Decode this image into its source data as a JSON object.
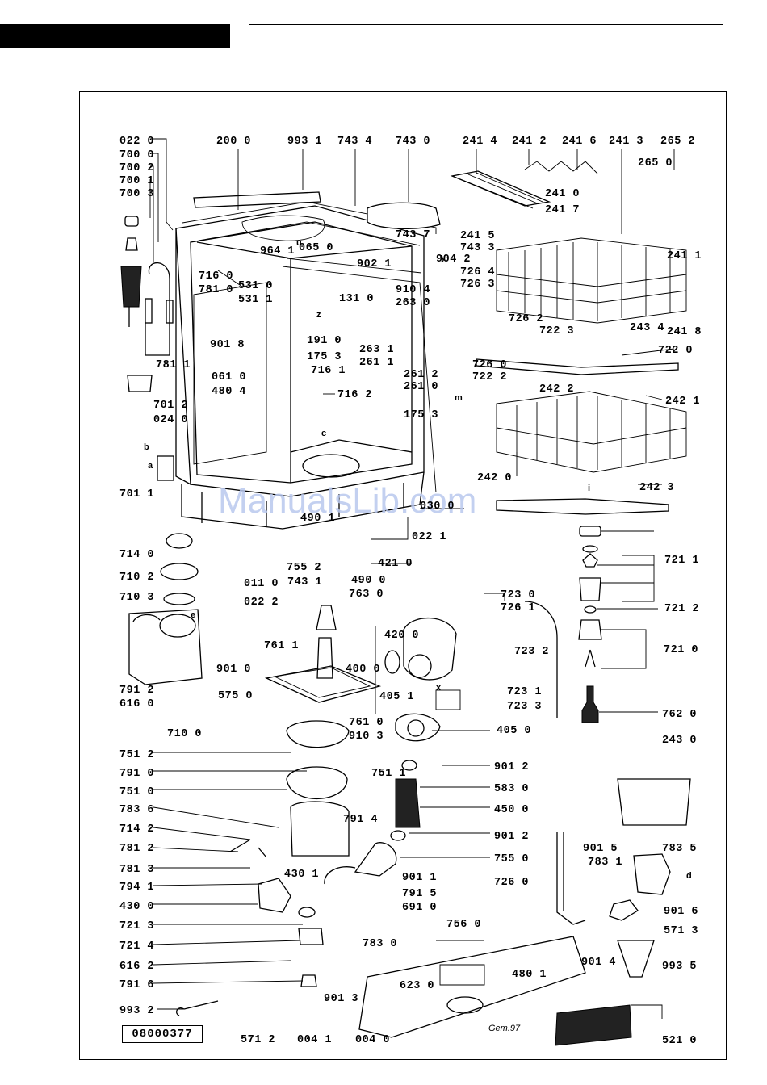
{
  "header": {
    "black_bar": true
  },
  "document_number": "08000377",
  "watermark": "ManualsLib.com",
  "signature": "Gem.97",
  "letters": [
    "b",
    "a",
    "c",
    "e",
    "u",
    "z",
    "y",
    "m",
    "i",
    "x",
    "d"
  ],
  "part_labels": [
    "022 0",
    "700 0",
    "700 2",
    "700 1",
    "700 3",
    "200 0",
    "993 1",
    "743 4",
    "743 0",
    "241 4",
    "241 2",
    "241 6",
    "241 3",
    "265 2",
    "265 0",
    "716 0",
    "781 0",
    "531 0",
    "531 1",
    "964 1",
    "065 0",
    "902 1",
    "743 7",
    "241 5",
    "743 3",
    "904 2",
    "910 4",
    "726 4",
    "726 3",
    "263 0",
    "131 0",
    "901 8",
    "191 0",
    "175 3",
    "716 1",
    "263 1",
    "261 1",
    "261 2",
    "261 0",
    "726 0",
    "722 2",
    "726 2",
    "722 3",
    "722 0",
    "241 0",
    "241 7",
    "241 1",
    "243 4",
    "241 8",
    "781 1",
    "701 2",
    "024 0",
    "061 0",
    "480 4",
    "716 2",
    "175 3",
    "242 2",
    "242 1",
    "701 1",
    "242 0",
    "242 3",
    "022 1",
    "490 1",
    "030 0",
    "714 0",
    "710 2",
    "710 3",
    "011 0",
    "022 2",
    "755 2",
    "743 1",
    "490 0",
    "421 0",
    "721 1",
    "763 0",
    "723 0",
    "726 1",
    "721 2",
    "791 2",
    "616 0",
    "710 0",
    "901 0",
    "575 0",
    "761 1",
    "420 0",
    "400 0",
    "405 1",
    "723 2",
    "723 1",
    "723 3",
    "721 0",
    "761 0",
    "910 3",
    "405 0",
    "762 0",
    "243 0",
    "751 2",
    "791 0",
    "751 0",
    "783 6",
    "714 2",
    "781 2",
    "781 3",
    "794 1",
    "430 0",
    "721 3",
    "721 4",
    "616 2",
    "791 6",
    "993 2",
    "571 2",
    "004 1",
    "004 0",
    "751 1",
    "901 2",
    "583 0",
    "450 0",
    "791 4",
    "901 2",
    "755 0",
    "430 1",
    "901 1",
    "791 5",
    "691 0",
    "783 0",
    "901 3",
    "756 0",
    "623 0",
    "480 1",
    "726 0",
    "901 5",
    "783 1",
    "783 5",
    "901 6",
    "571 3",
    "901 4",
    "993 5",
    "521 0"
  ]
}
